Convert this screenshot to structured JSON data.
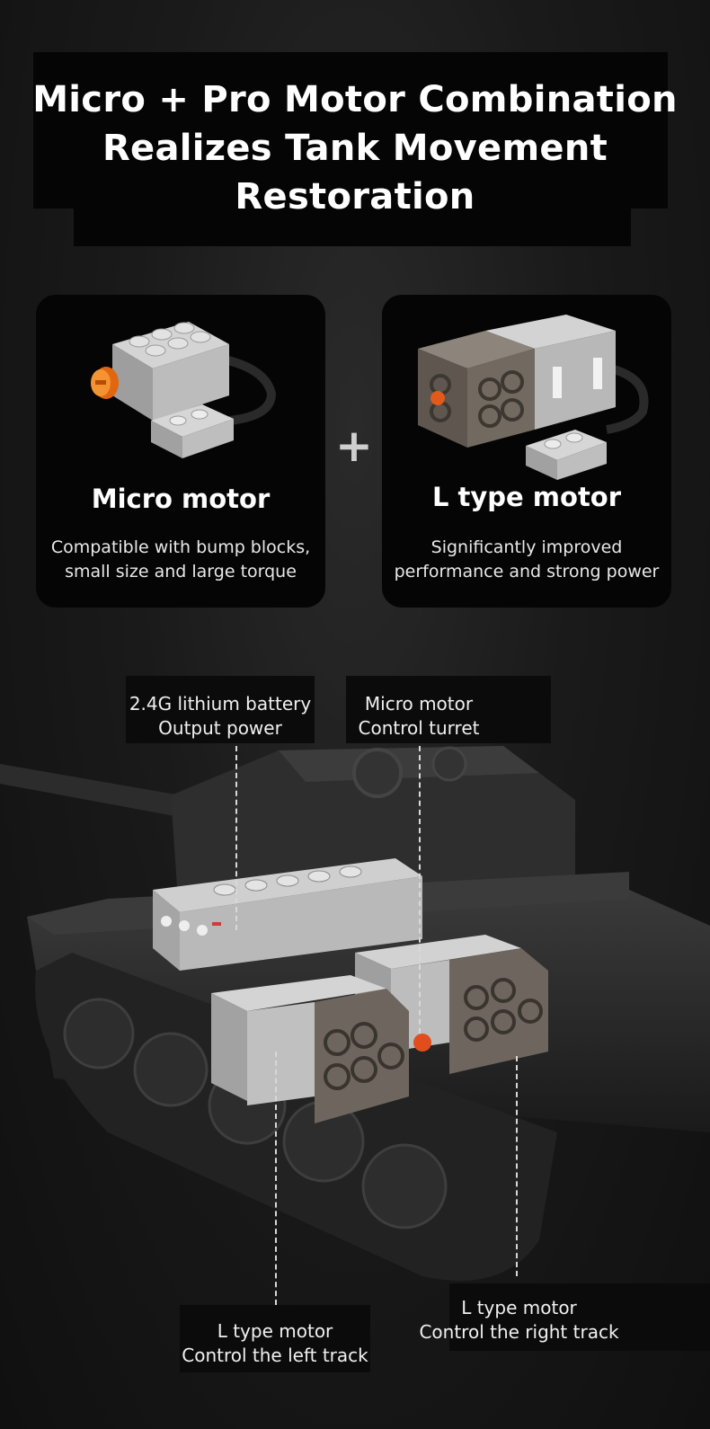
{
  "header": {
    "title_line1": "Micro + Pro Motor Combination",
    "title_line2": "Realizes Tank Movement Restoration"
  },
  "cards": [
    {
      "name": "Micro motor",
      "desc_line1": "Compatible with bump blocks,",
      "desc_line2": "small size and large torque",
      "icon": "micro-motor-image"
    },
    {
      "name": "L type motor",
      "desc_line1": "Significantly improved",
      "desc_line2": "performance and strong power",
      "icon": "l-type-motor-image"
    }
  ],
  "plus_sign": "+",
  "callouts": {
    "battery": {
      "line1": "2.4G lithium battery",
      "line2": "Output power"
    },
    "micro": {
      "line1": "Micro motor",
      "line2": "Control turret"
    },
    "left_l": {
      "line1": "L type motor",
      "line2": "Control the left track"
    },
    "right_l": {
      "line1": "L type motor",
      "line2": "Control the right track"
    }
  },
  "colors": {
    "background": "#1a1a1a",
    "card": "#050505",
    "brick_gray": "#a9a9a9",
    "orange_axle": "#f07a1a",
    "smoke_transparent": "#6f665d",
    "text": "#ffffff"
  }
}
